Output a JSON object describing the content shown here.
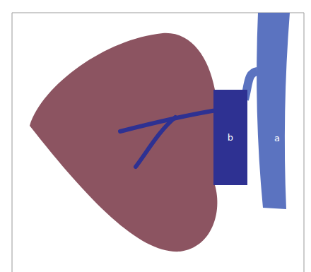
{
  "diagram": {
    "nodes": [
      {
        "text": [
          "b"
        ]
      },
      {
        "text": [
          "a"
        ]
      }
    ],
    "edges": [
      {
        "from": 0,
        "to": 1,
        "arrow": "none"
      }
    ]
  }
}
